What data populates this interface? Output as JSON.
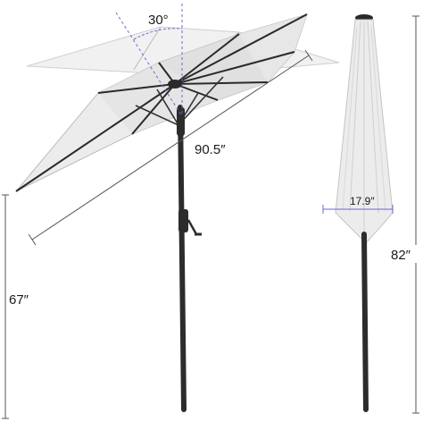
{
  "dimensions": {
    "tilt_angle": "30°",
    "canopy_span": "90.5″",
    "height_closed_ground_to_tilt": "67″",
    "folded_width": "17.9″",
    "total_height_closed": "82″"
  },
  "colors": {
    "canopy": "#ececec",
    "canopy_shade": "#d6d6d6",
    "rib": "#2a2a2a",
    "pole": "#2c2c2c",
    "dimension_line": "#555555",
    "tilt_line": "#6a6ad0"
  }
}
